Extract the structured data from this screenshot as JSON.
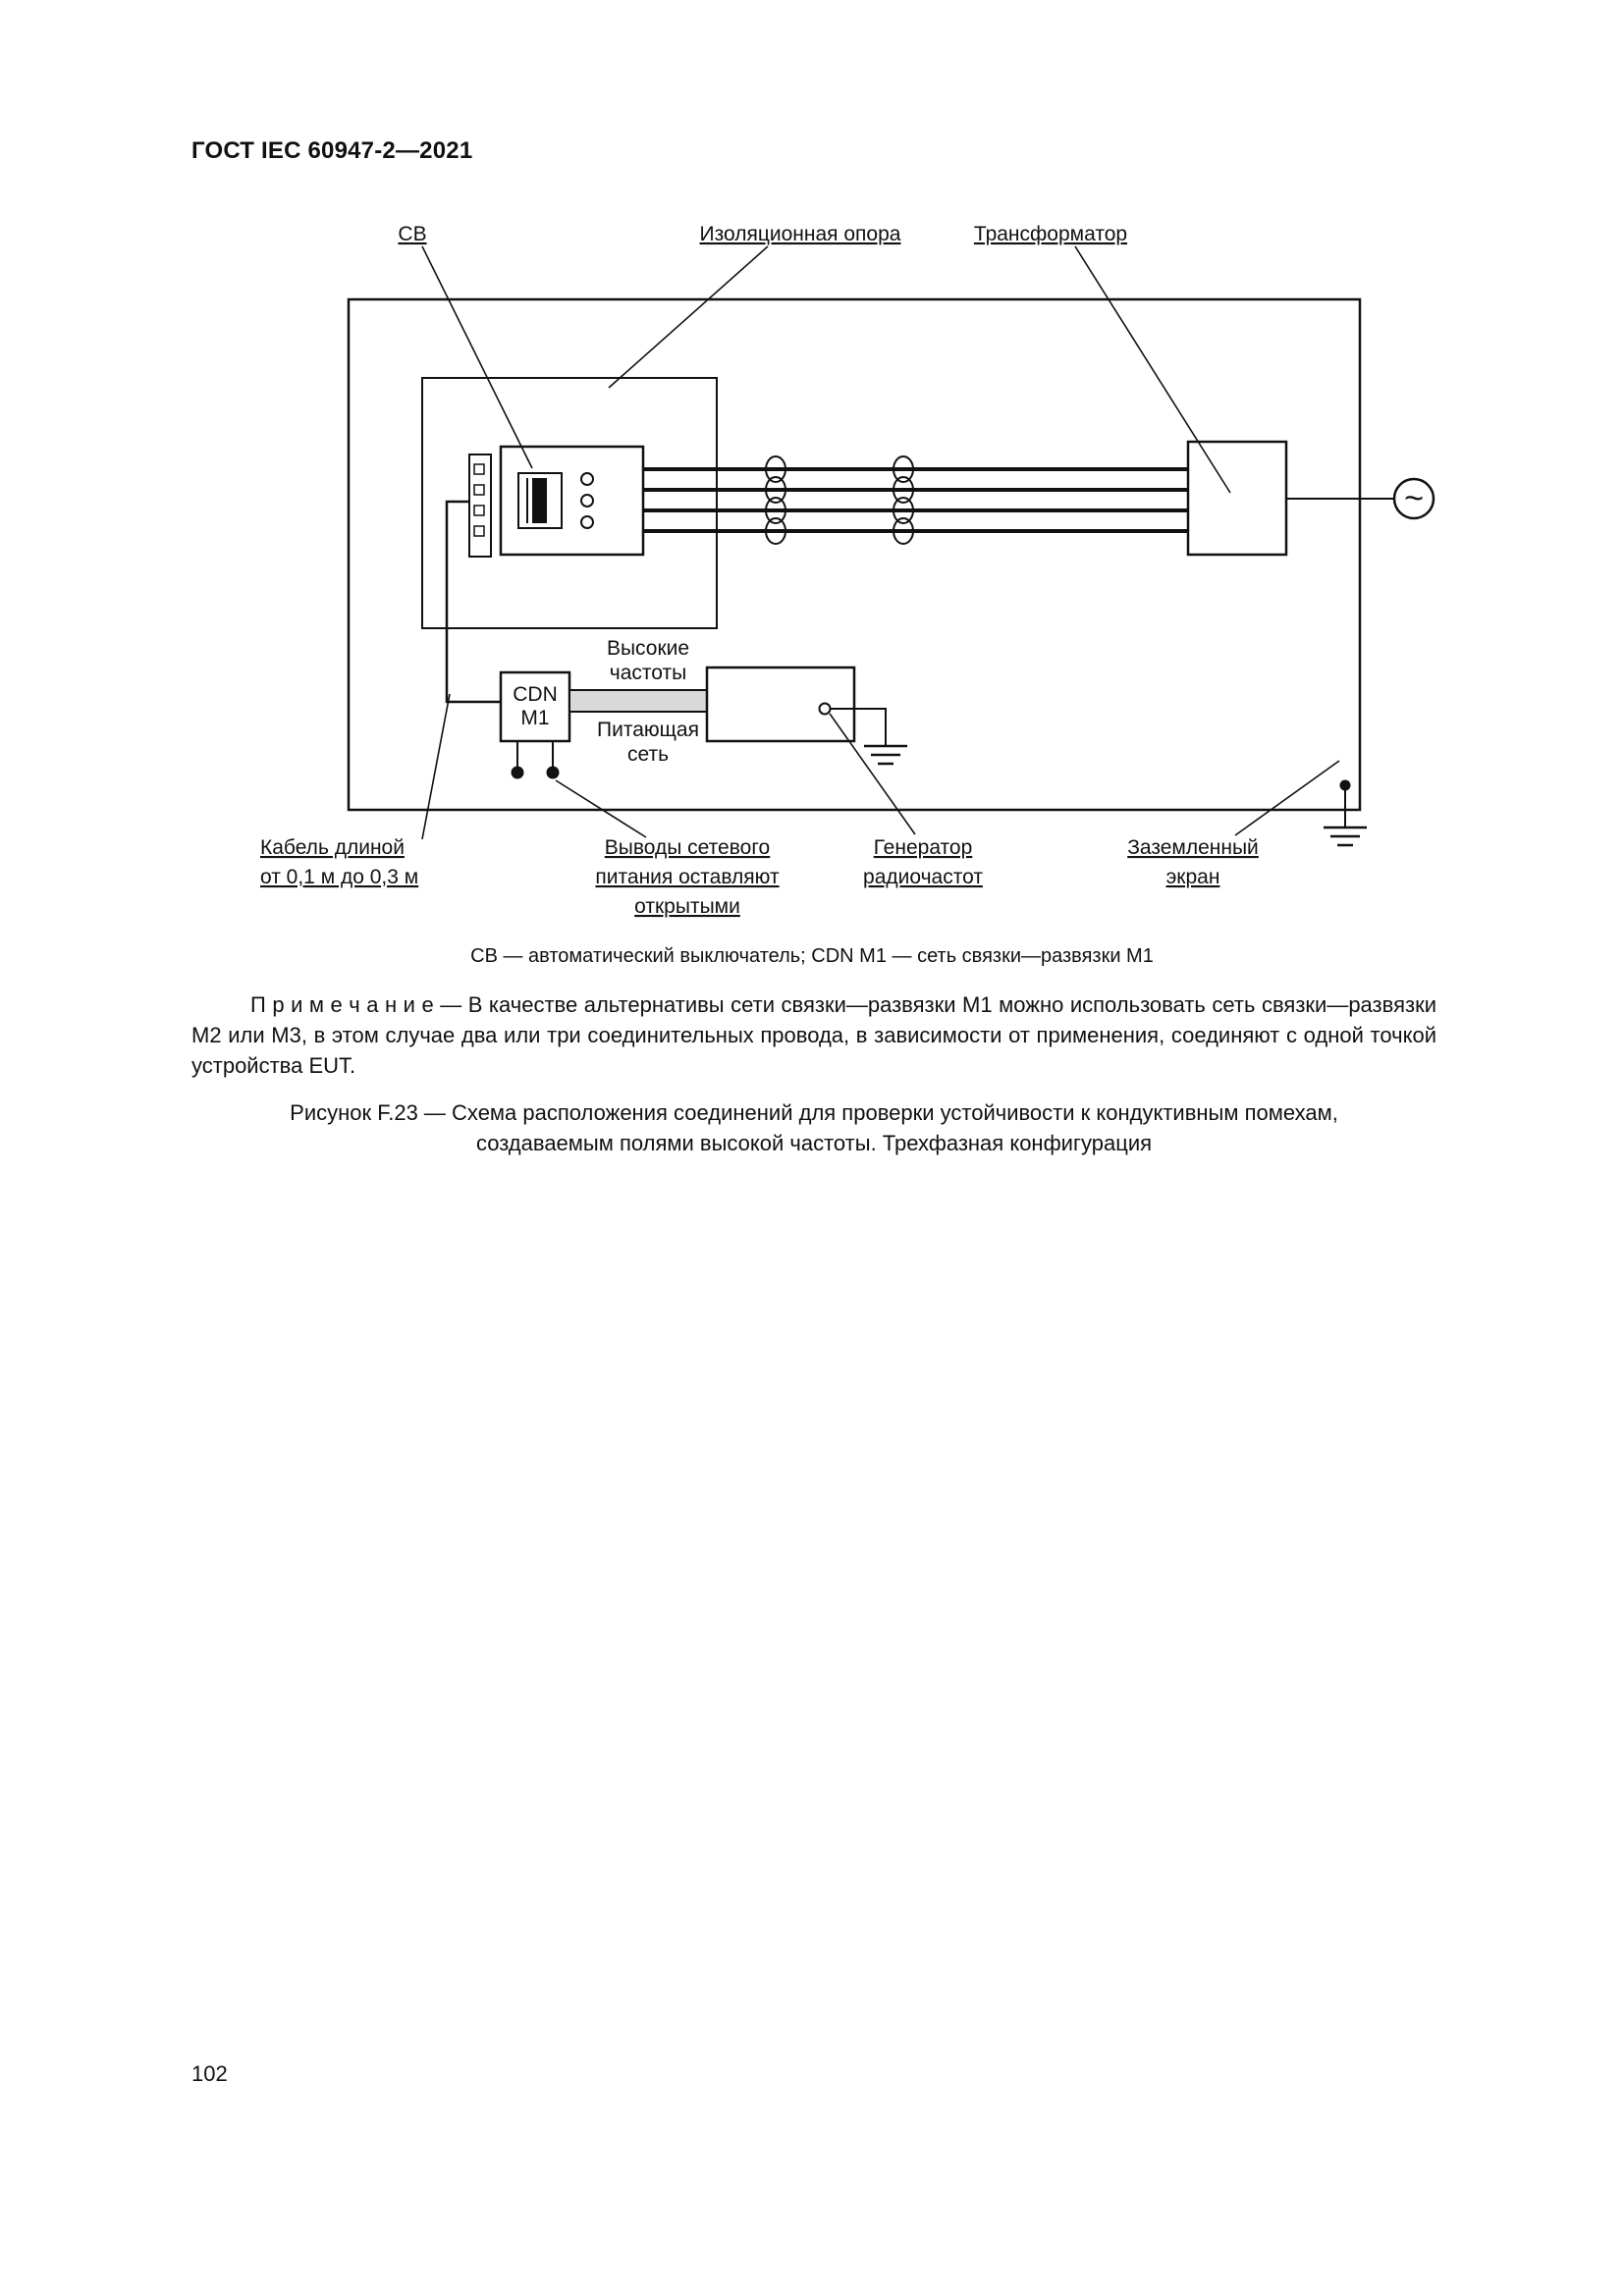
{
  "page": {
    "header": "ГОСТ IEC 60947-2—2021",
    "page_number": "102"
  },
  "colors": {
    "ink": "#111111",
    "coax_fill": "#d9d9d9"
  },
  "diagram": {
    "labels": {
      "cb": "СВ",
      "insulating_support": "Изоляционная опора",
      "transformer": "Трансформатор",
      "cdn_line1": "CDN",
      "cdn_line2": "M1",
      "hf_line1": "Высокие",
      "hf_line2": "частоты",
      "mains_line1": "Питающая",
      "mains_line2": "сеть",
      "cable_line1": "Кабель длиной",
      "cable_line2": "от 0,1 м до 0,3 м",
      "terminals_line1": "Выводы сетевого",
      "terminals_line2": "питания оставляют",
      "terminals_line3": "открытыми",
      "generator_line1": "Генератор",
      "generator_line2": "радиочастот",
      "screen_line1": "Заземленный",
      "screen_line2": "экран",
      "ac_symbol": "~"
    },
    "caption": "СВ — автоматический выключатель; CDN M1 — сеть связки—развязки M1"
  },
  "note": {
    "label": "П р и м е ч а н и е",
    "text": " — В качестве альтернативы сети связки—развязки M1 можно использовать сеть связки—развязки M2 или M3, в этом случае два или три соединительных провода, в зависимости от применения, соединяют с одной точкой устройства EUT."
  },
  "figure_caption": {
    "line1": "Рисунок F.23 — Схема расположения соединений для проверки устойчивости к кондуктивным помехам,",
    "line2": "создаваемым полями высокой частоты. Трехфазная конфигурация"
  }
}
